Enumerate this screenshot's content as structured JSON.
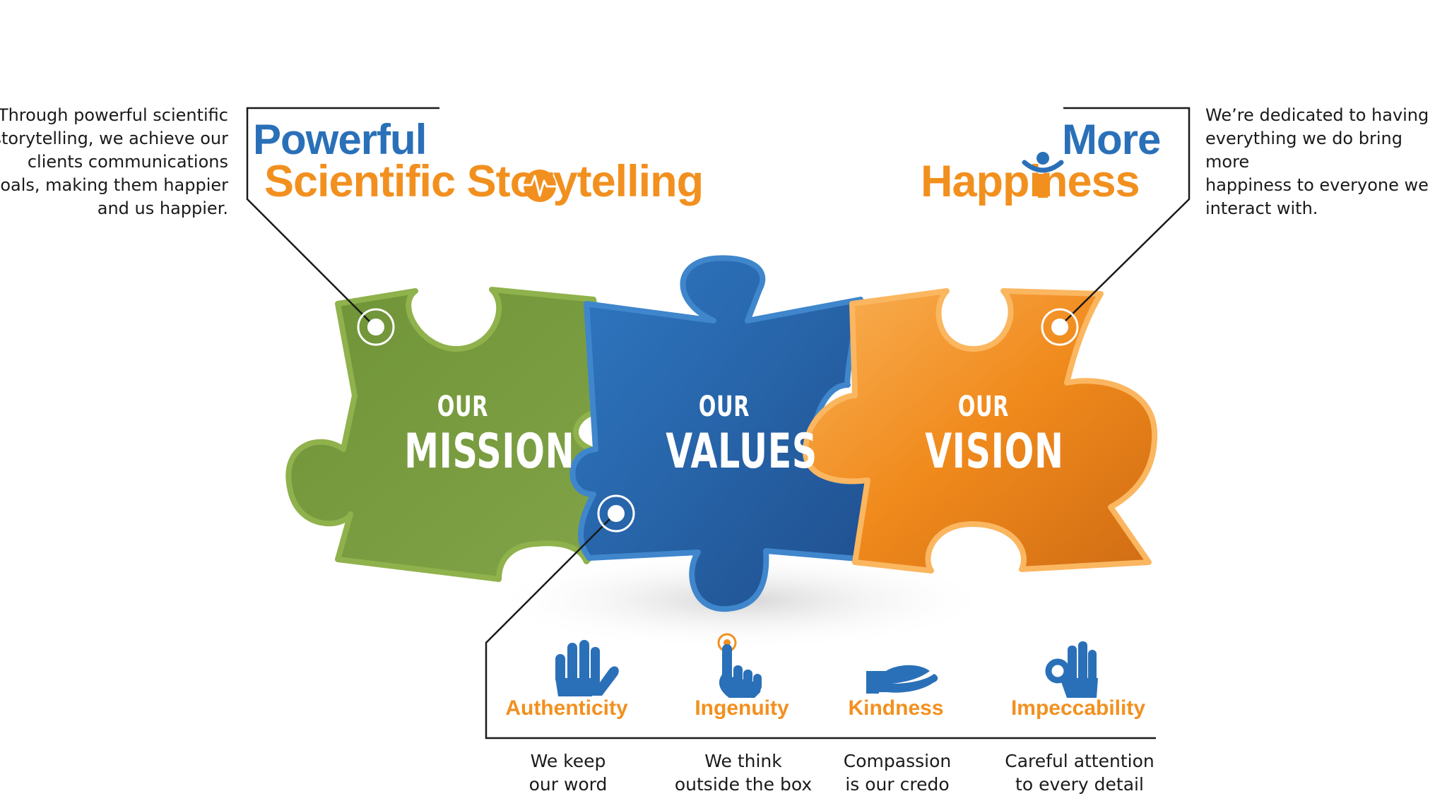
{
  "colors": {
    "blue": "#2a70b8",
    "orange": "#f2901f",
    "green": "#77983f",
    "white": "#ffffff",
    "line": "#1a1a1a"
  },
  "mission": {
    "headline_top": "Powerful",
    "headline_bottom": "Scientific Storytelling",
    "description": "Through powerful scientific\nstorytelling, we achieve our\nclients communications\ngoals, making them happier\nand us happier.",
    "piece_small": "OUR",
    "piece_big": "MISSION"
  },
  "values": {
    "piece_small": "OUR",
    "piece_big": "VALUES",
    "items": [
      {
        "name": "Authenticity",
        "description": "We keep\nour word",
        "icon": "raised-hand-icon"
      },
      {
        "name": "Ingenuity",
        "description": "We think\noutside the box",
        "icon": "pointing-finger-icon"
      },
      {
        "name": "Kindness",
        "description": "Compassion\nis our credo",
        "icon": "open-palm-icon"
      },
      {
        "name": "Impeccability",
        "description": "Careful attention\nto every detail",
        "icon": "ok-hand-icon"
      }
    ]
  },
  "vision": {
    "headline_top": "More",
    "headline_bottom": "Happiness",
    "description": "We’re dedicated to having\neverything we do bring more\nhappiness to everyone we\ninteract with.",
    "piece_small": "OUR",
    "piece_big": "VISION"
  }
}
